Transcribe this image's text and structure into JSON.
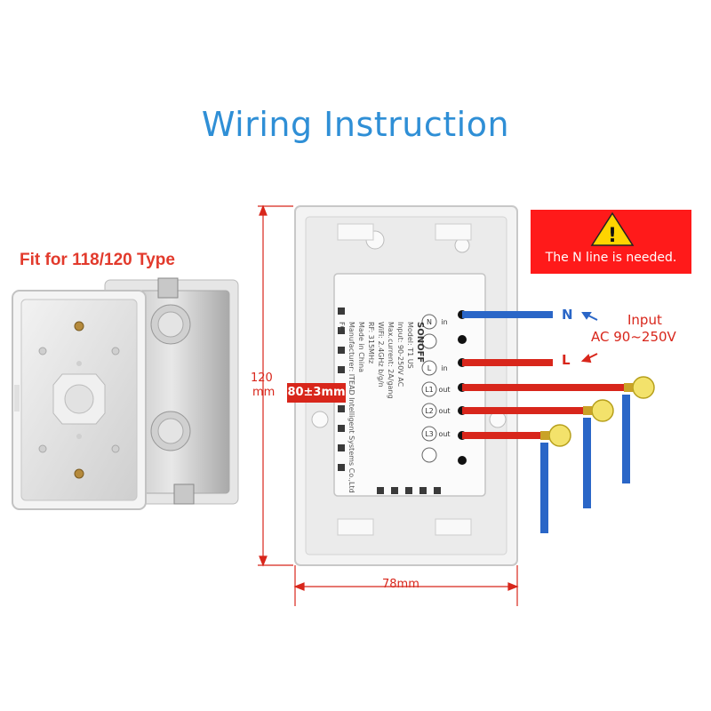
{
  "title": "Wiring Instruction",
  "fit_label": "Fit for 118/120 Type",
  "warning": {
    "symbol": "!",
    "text": "The N line is needed."
  },
  "wires": {
    "n_label": "N",
    "l_label": "L",
    "input_label": "Input",
    "voltage_label": "AC 90~250V"
  },
  "dimensions": {
    "height_value": "120",
    "height_unit": "mm",
    "depth": "80±3mm",
    "width": "78mm"
  },
  "module": {
    "brand": "SONOFF",
    "line1": "Model: T1 US",
    "line2": "Input: 90-250V AC",
    "line3": "Max.current: 2A/gang",
    "line4": "WiFi: 2.4GHz b/g/n",
    "line5": "RF: 315MHz",
    "line6": "Made in China",
    "line7": "Manufacturer: ITEAD Intelligent Systems Co.,Ltd",
    "terminals": [
      "N",
      "L",
      "L1",
      "L2",
      "L3"
    ],
    "terminal_roles": [
      "in",
      "in",
      "out",
      "out",
      "out"
    ],
    "fc_mark": "FC"
  },
  "colors": {
    "title": "#2f8fd6",
    "warning_bg": "#ff1a1a",
    "neutral_wire": "#2a66c7",
    "live_wire": "#d8261b",
    "dimension": "#d8261b"
  }
}
